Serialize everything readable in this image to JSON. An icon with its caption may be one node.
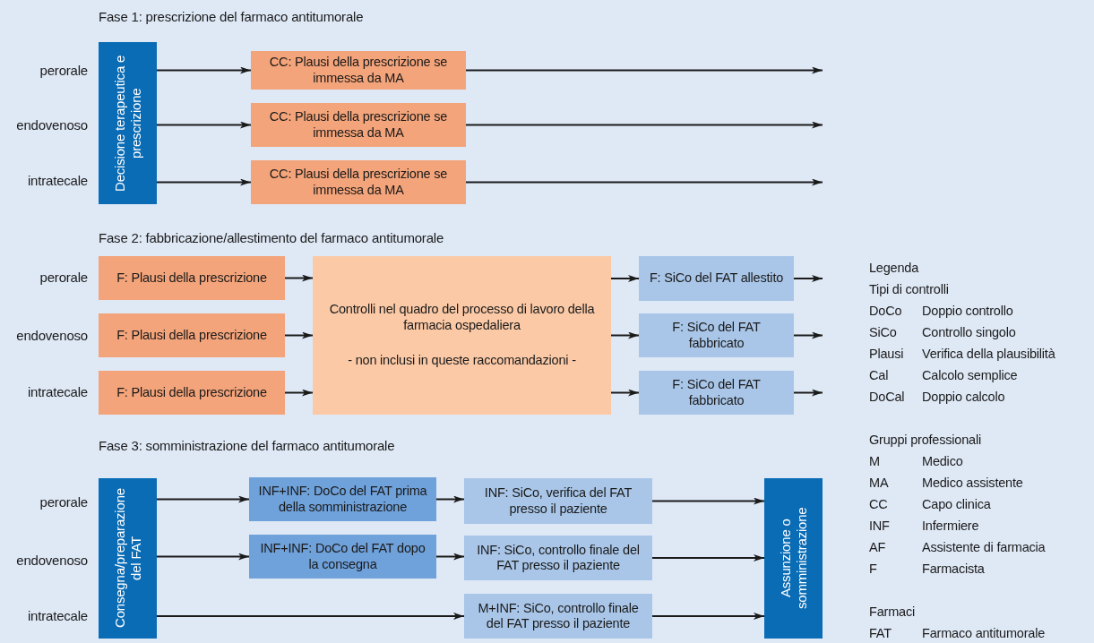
{
  "diagram": {
    "nodes": [
      {
        "text": [
          "Decisione terapeutica e prescrizione"
        ]
      },
      {
        "text": [
          "CC: Plausi della prescrizione se immessa da MA"
        ]
      },
      {
        "text": [
          "CC: Plausi della prescrizione se immessa da MA"
        ]
      },
      {
        "text": [
          "CC: Plausi della prescrizione se immessa da MA"
        ]
      },
      {
        "text": [
          "F: Plausi della prescrizione"
        ]
      },
      {
        "text": [
          "F: Plausi della prescrizione"
        ]
      },
      {
        "text": [
          "F: Plausi della prescrizione"
        ]
      },
      {
        "text": [
          "Controlli nel quadro del processo di lavoro della farmacia ospedaliera",
          "- non inclusi in queste raccomandazioni -"
        ]
      },
      {
        "text": [
          "F: SiCo del FAT allestito"
        ]
      },
      {
        "text": [
          "F: SiCo del FAT fabbricato"
        ]
      },
      {
        "text": [
          "F: SiCo del FAT fabbricato"
        ]
      },
      {
        "text": [
          "Consegna/preparazione del FAT"
        ]
      },
      {
        "text": [
          "INF+INF: DoCo del FAT prima della somministrazione"
        ]
      },
      {
        "text": [
          "INF+INF: DoCo del FAT dopo la consegna"
        ]
      },
      {
        "text": [
          "INF: SiCo, verifica del FAT presso il paziente"
        ]
      },
      {
        "text": [
          "INF: SiCo, controllo finale del FAT presso il paziente"
        ]
      },
      {
        "text": [
          "M+INF: SiCo, controllo finale del FAT presso il paziente"
        ]
      },
      {
        "text": [
          "Assunzione o somministrazione"
        ]
      }
    ],
    "edges": [
      {
        "from": 0,
        "to": 1,
        "arrow": "to"
      },
      {
        "from": 0,
        "to": 2,
        "arrow": "to"
      },
      {
        "from": 0,
        "to": 3,
        "arrow": "to"
      },
      {
        "from": 1,
        "to": null,
        "arrow": "to"
      },
      {
        "from": 2,
        "to": null,
        "arrow": "to"
      },
      {
        "from": 3,
        "to": null,
        "arrow": "to"
      },
      {
        "from": 4,
        "to": 7,
        "arrow": "to"
      },
      {
        "from": 5,
        "to": 7,
        "arrow": "to"
      },
      {
        "from": 6,
        "to": 7,
        "arrow": "to"
      },
      {
        "from": 7,
        "to": 8,
        "arrow": "to"
      },
      {
        "from": 7,
        "to": 9,
        "arrow": "to"
      },
      {
        "from": 7,
        "to": 10,
        "arrow": "to"
      },
      {
        "from": 8,
        "to": null,
        "arrow": "to"
      },
      {
        "from": 9,
        "to": null,
        "arrow": "to"
      },
      {
        "from": 10,
        "to": null,
        "arrow": "to"
      },
      {
        "from": 11,
        "to": 12,
        "arrow": "to"
      },
      {
        "from": 11,
        "to": 13,
        "arrow": "to"
      },
      {
        "from": 11,
        "to": 16,
        "arrow": "to"
      },
      {
        "from": 12,
        "to": 14,
        "arrow": "to"
      },
      {
        "from": 13,
        "to": 15,
        "arrow": "to"
      },
      {
        "from": 14,
        "to": 17,
        "arrow": "to"
      },
      {
        "from": 15,
        "to": 17,
        "arrow": "to"
      },
      {
        "from": 16,
        "to": 17,
        "arrow": "to"
      }
    ],
    "labels": [
      "Fase 1: prescrizione del farmaco antitumorale",
      "perorale",
      "endovenoso",
      "intratecale",
      "Fase 2: fabbricazione/allestimento del farmaco antitumorale",
      "perorale",
      "endovenoso",
      "intratecale",
      "Fase 3: somministrazione del farmaco antitumorale",
      "perorale",
      "endovenoso",
      "intratecale",
      "Legenda",
      "Tipi di controlli",
      "DoCo",
      "Doppio controllo",
      "SiCo",
      "Controllo singolo",
      "Plausi",
      "Verifica della plausibilità",
      "Cal",
      "Calcolo semplice",
      "DoCal",
      "Doppio calcolo",
      "Gruppi professionali",
      "M",
      "Medico",
      "MA",
      "Medico assistente",
      "CC",
      "Capo clinica",
      "INF",
      "Infermiere",
      "AF",
      "Assistente di farmacia",
      "F",
      "Farmacista",
      "Farmaci",
      "FAT",
      "Farmaco antitumorale"
    ]
  }
}
